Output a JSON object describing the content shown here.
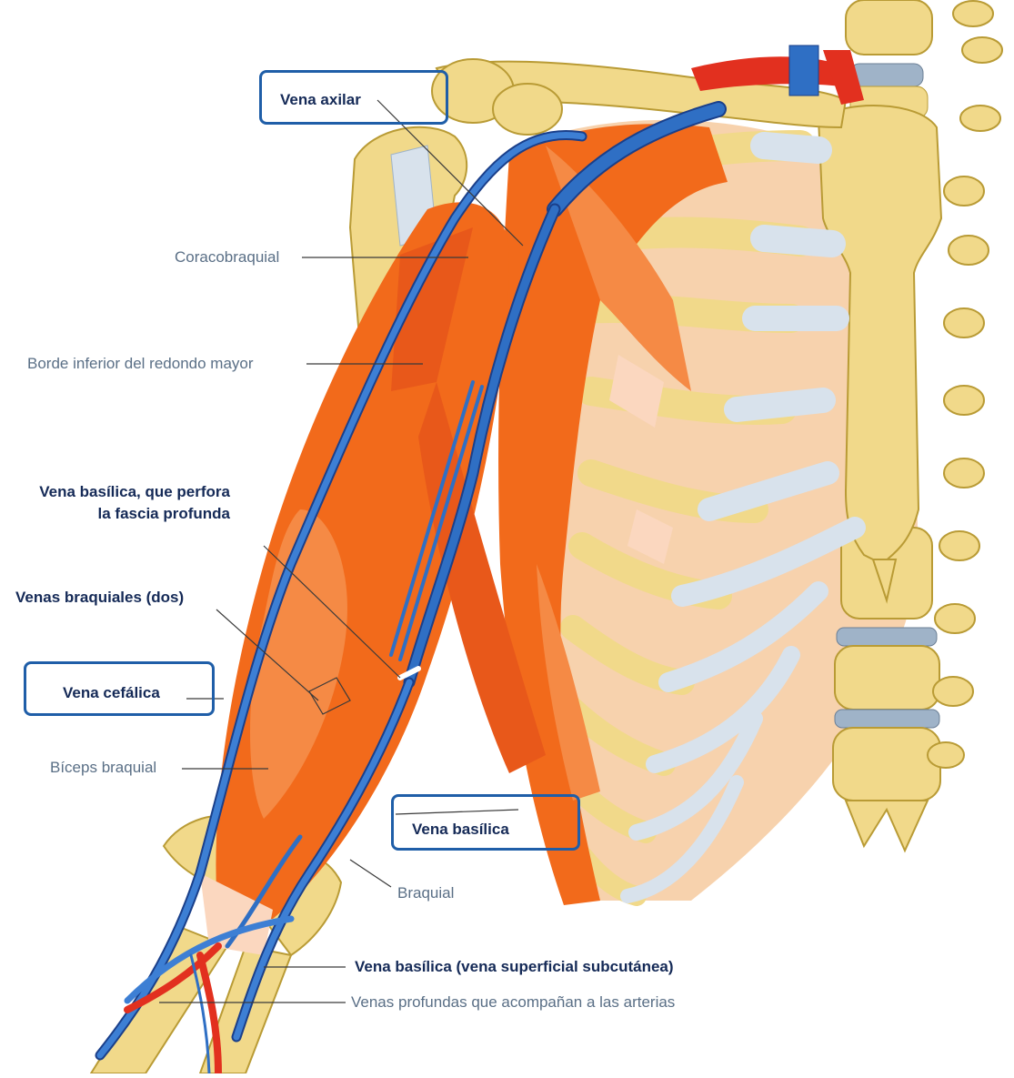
{
  "labels": {
    "vena_axilar": "Vena axilar",
    "coracobraquial": "Coracobraquial",
    "borde_inferior": "Borde inferior del redondo mayor",
    "vena_basilica_perfora_1": "Vena basílica, que perfora",
    "vena_basilica_perfora_2": "la fascia profunda",
    "venas_braquiales": "Venas braquiales (dos)",
    "vena_cefalica": "Vena cefálica",
    "biceps_braquial": "Bíceps braquial",
    "vena_basilica": "Vena basílica",
    "braquial": "Braquial",
    "vena_basilica_superficial": "Vena basílica (vena superficial subcutánea)",
    "venas_profundas": "Venas profundas que acompañan a las arterias"
  },
  "colors": {
    "bone": "#f1d98a",
    "bone_edge": "#b99b35",
    "muscle": "#f26a1b",
    "muscle_light": "#f7a06a",
    "vein": "#2f6fc4",
    "vein_edge": "#1a3f8a",
    "artery": "#e2301f",
    "cartilage": "#d8e2ec",
    "rib_interspace": "#f7d2ad",
    "leader": "#3a3a3a",
    "box_border": "#1f5ea8"
  }
}
